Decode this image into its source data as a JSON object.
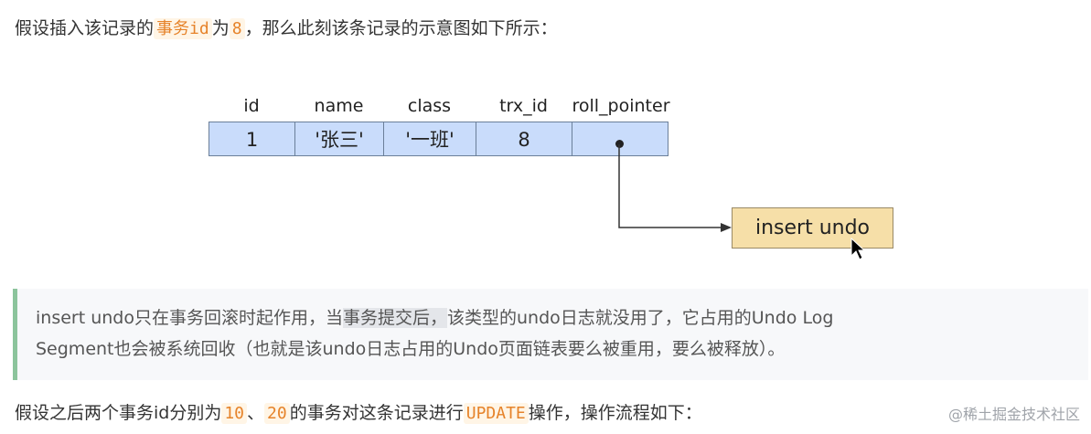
{
  "intro": {
    "before": "假设插入该记录的",
    "code1": "事务id",
    "middle": "为",
    "code2": "8",
    "after": "，那么此刻该条记录的示意图如下所示："
  },
  "diagram": {
    "headers": [
      "id",
      "name",
      "class",
      "trx_id",
      "roll_pointer"
    ],
    "values": [
      "1",
      "'张三'",
      "'一班'",
      "8",
      ""
    ],
    "undo_label": "insert undo"
  },
  "quote": {
    "line1_before": "insert undo只在事务回滚时起作用，当",
    "line1_highlight": "事务提交后，",
    "line1_after": "该类型的undo日志就没用了，它占用的Undo Log",
    "line2": "Segment也会被系统回收（也就是该undo日志占用的Undo页面链表要么被重用，要么被释放）。"
  },
  "outro": {
    "before": "假设之后两个事务id分别为",
    "code1": "10",
    "sep": "、",
    "code2": "20",
    "middle": "的事务对这条记录进行",
    "code3": "UPDATE",
    "after": "操作，操作流程如下："
  },
  "watermark": "@稀土掘金技术社区",
  "colors": {
    "cell_fill": "#c9dcfb",
    "undo_fill": "#f6dfa8",
    "quote_border": "#8cc49c",
    "code_text": "#e6832a"
  }
}
